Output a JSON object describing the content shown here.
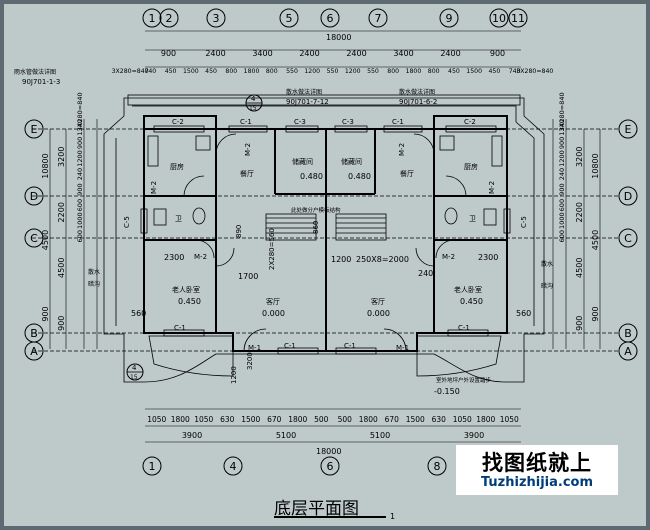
{
  "title": "底层平面图",
  "title_suffix": "1",
  "watermark": {
    "cn": "找图纸就上",
    "url": "Tuzhizhijia.com"
  },
  "axes_top": [
    "1",
    "2",
    "3",
    "5",
    "6",
    "7",
    "9",
    "10",
    "11"
  ],
  "axes_bottom": [
    "1",
    "4",
    "6",
    "8"
  ],
  "axes_left": [
    "E",
    "D",
    "C",
    "B",
    "A"
  ],
  "axes_right": [
    "E",
    "D",
    "C",
    "B",
    "A"
  ],
  "dims_top_total": "18000",
  "dims_top_row1": [
    "900",
    "2400",
    "3400",
    "2400",
    "2400",
    "3400",
    "2400",
    "900"
  ],
  "dims_top_row2": [
    "3X280=840",
    "740",
    "450",
    "1500",
    "450",
    "800",
    "1800",
    "800",
    "550",
    "1200",
    "550",
    "1200",
    "550",
    "800",
    "1800",
    "800",
    "450",
    "1500",
    "450",
    "740",
    "3X280=840"
  ],
  "dims_bottom_row1": [
    "1050",
    "1800",
    "1050",
    "630",
    "1500",
    "670",
    "1800",
    "500",
    "500",
    "1800",
    "670",
    "1500",
    "630",
    "1050",
    "1800",
    "1050"
  ],
  "dims_bottom_row2": [
    "3900",
    "5100",
    "5100",
    "3900"
  ],
  "dims_bottom_total": "18000",
  "dims_left_outer": [
    "10800",
    "4500",
    "900"
  ],
  "dims_left_inner": [
    "3200",
    "2200",
    "4500",
    "900"
  ],
  "dims_left_small": [
    "3X280=840",
    "1340",
    "900",
    "1200",
    "240",
    "900",
    "600",
    "1000",
    "600"
  ],
  "dims_right_outer": [
    "10800",
    "4500",
    "900"
  ],
  "dims_right_inner": [
    "3200",
    "2200",
    "4500",
    "900"
  ],
  "dims_right_small": [
    "3X280=840",
    "1340",
    "900",
    "1200",
    "240",
    "900",
    "600",
    "1000",
    "600"
  ],
  "notes": {
    "left_top": "雨水管做法详图",
    "left_top_ref": "90J701-1-3",
    "center_top_l": "散水做法详图",
    "center_top_l_ref": "90J701-7-12",
    "center_top_r": "散水做法详图",
    "center_top_r_ref": "90J701-6-2",
    "section_tag": "4",
    "section_sub": "15",
    "left_mid_1": "散水",
    "left_mid_2": "暗沟",
    "right_mid_1": "散水",
    "right_mid_2": "暗沟",
    "center_mid": "此处做分户模板结构",
    "bottom_right": "室外地坪户外设置踏步",
    "level_out": "-0.150"
  },
  "rooms": {
    "kitchen_l": "厨房",
    "kitchen_r": "厨房",
    "dining_l": "餐厅",
    "dining_r": "餐厅",
    "storage_l": "储藏间",
    "storage_r": "储藏间",
    "bath_l": "卫",
    "bath_r": "卫",
    "bed_l": "老人卧室",
    "bed_r": "老人卧室",
    "living_l": "客厅",
    "living_r": "客厅"
  },
  "levels": {
    "storage_l": "0.480",
    "storage_r": "0.480",
    "bed_l": "0.450",
    "bed_r": "0.450",
    "living_l": "0.000",
    "living_r": "0.000"
  },
  "labels": {
    "c2": "C-2",
    "c1": "C-1",
    "c3": "C-3",
    "c5": "C-5",
    "m1": "M-1",
    "m2": "M-2",
    "stair_l": "2X280=560",
    "stair_r": "250X8=2000",
    "d1700": "1700",
    "d2300": "2300",
    "d1200": "1200",
    "d860": "860",
    "d890": "890",
    "d240": "240",
    "d560": "560",
    "d3200": "3200",
    "d1200v": "1200",
    "d1200b": "1200"
  }
}
